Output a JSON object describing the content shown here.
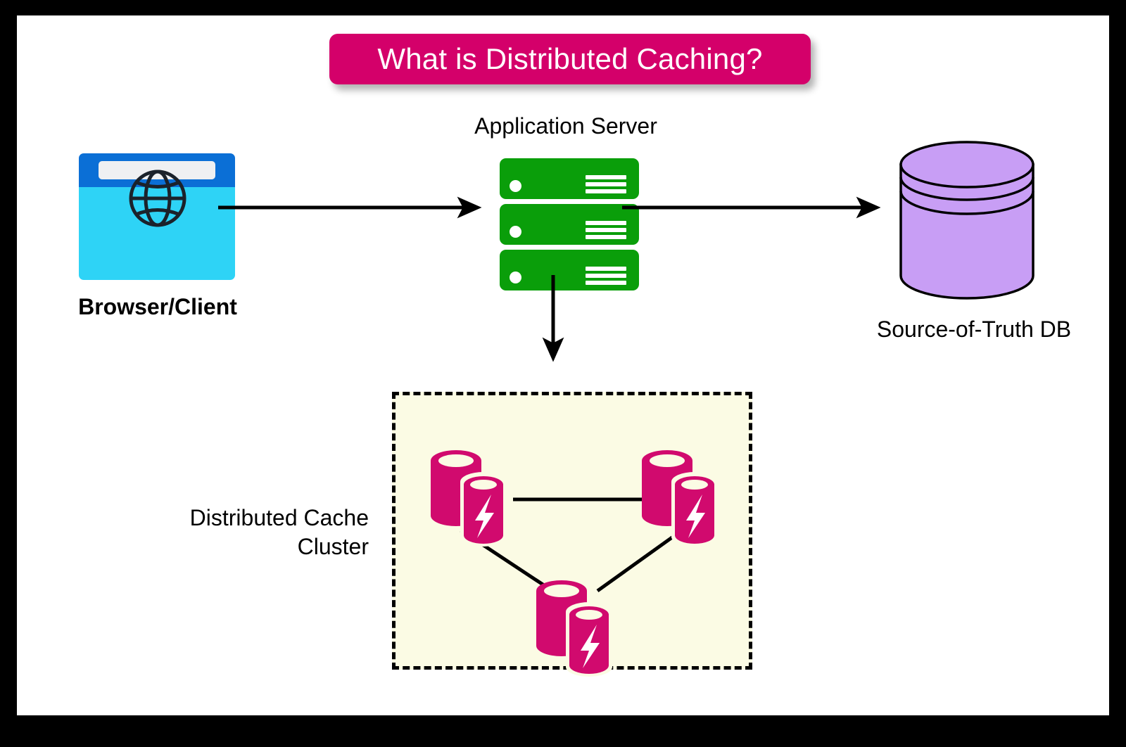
{
  "title": {
    "text": "What is Distributed Caching?",
    "background_color": "#d4006a",
    "text_color": "#ffffff"
  },
  "frame": {
    "outer_border_color": "#000000",
    "page_background": "#ffffff"
  },
  "nodes": {
    "browser": {
      "label": "Browser/Client",
      "icon": "browser-window-globe-icon",
      "titlebar_color": "#0b6fd6",
      "body_color": "#2ed3f6",
      "addressbar_color": "#eff0f2"
    },
    "app_server": {
      "label": "Application Server",
      "icon": "server-rack-icon",
      "color": "#0a9e0a",
      "unit_count": 3,
      "units": [
        {
          "led": "status-led",
          "vents": 3
        },
        {
          "led": "status-led",
          "vents": 3
        },
        {
          "led": "status-led",
          "vents": 3
        }
      ]
    },
    "database": {
      "label": "Source-of-Truth DB",
      "icon": "database-cylinder-icon",
      "color": "#c89ef5",
      "stroke_color": "#000000",
      "disc_lines": 2
    },
    "cache_cluster": {
      "label": "Distributed Cache\nCluster",
      "box_fill": "#fbfbe4",
      "box_border_style": "dashed",
      "box_border_color": "#000000",
      "node_color": "#d10a6e",
      "node_highlight_color": "#fbfbe4",
      "bolt_color": "#ffffff",
      "node_icon": "cache-node-cylinder-bolt-icon",
      "node_count": 3,
      "nodes": [
        {
          "position": "top-left"
        },
        {
          "position": "top-right"
        },
        {
          "position": "bottom-center"
        }
      ],
      "peer_links": [
        {
          "from": "top-left",
          "to": "top-right"
        },
        {
          "from": "top-left",
          "to": "bottom-center"
        },
        {
          "from": "top-right",
          "to": "bottom-center"
        }
      ]
    }
  },
  "connectors": [
    {
      "name": "browser-to-app-server",
      "from": "browser",
      "to": "app_server",
      "direction": "right",
      "arrowhead": true
    },
    {
      "name": "app-server-to-database",
      "from": "app_server",
      "to": "database",
      "direction": "right",
      "arrowhead": true
    },
    {
      "name": "app-server-to-cache-cluster",
      "from": "app_server",
      "to": "cache_cluster",
      "direction": "down",
      "arrowhead": true
    }
  ]
}
